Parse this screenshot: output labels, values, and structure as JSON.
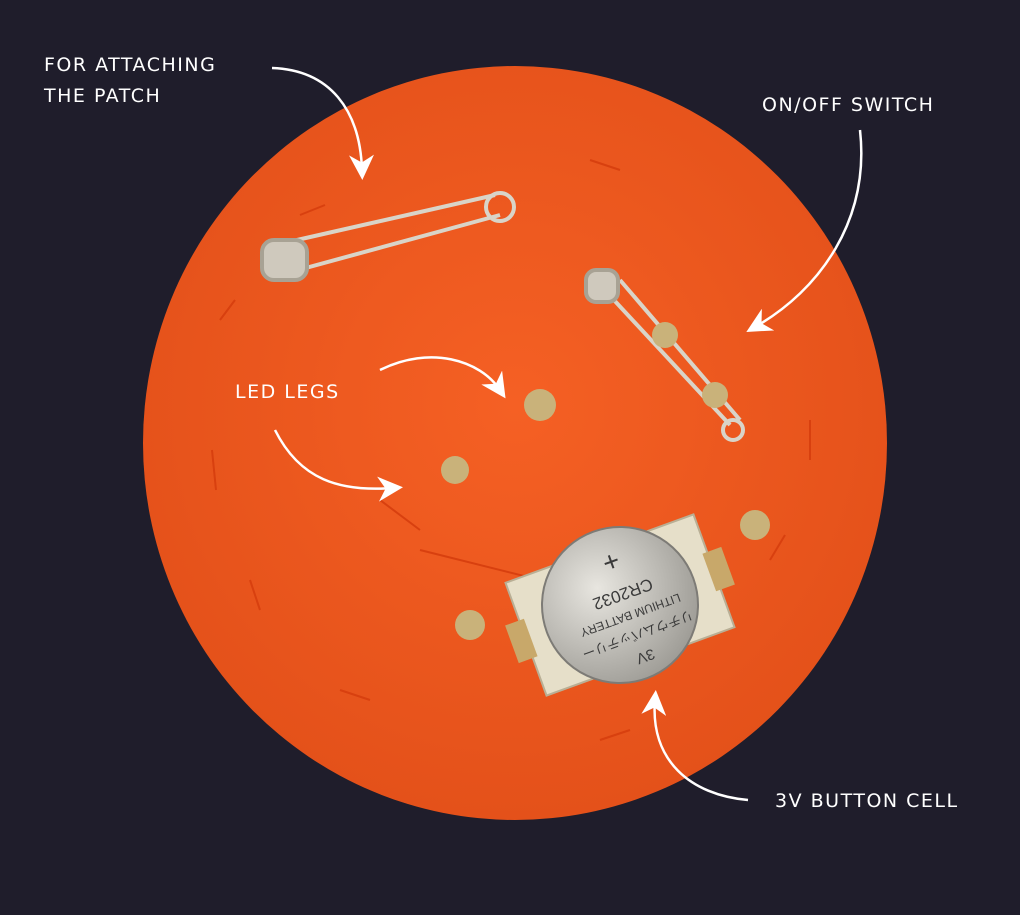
{
  "annotations": {
    "attaching": [
      "FOR ATTACHING",
      "THE PATCH"
    ],
    "switch": "ON/OFF SWITCH",
    "led": "LED LEGS",
    "battery": "3V BUTTON CELL"
  },
  "battery_print": {
    "model": "CR2032",
    "type": "LITHIUM BATTERY",
    "voltage": "3V",
    "japanese": "リチウムバッテリー",
    "polarity": "+"
  },
  "colors": {
    "background": "#1f1d2b",
    "felt": "#ef5a1f",
    "arrow": "#ffffff"
  }
}
